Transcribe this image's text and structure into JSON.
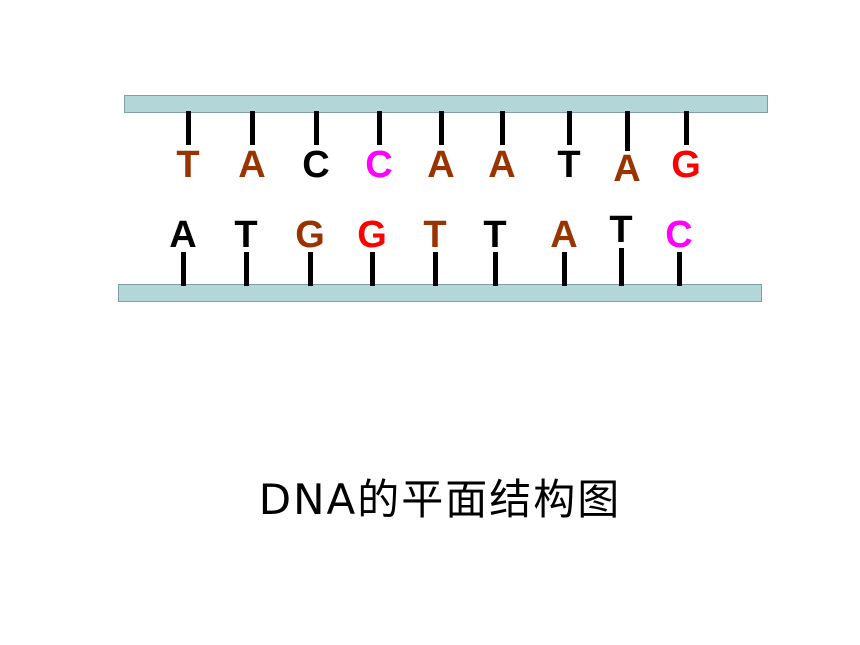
{
  "colors": {
    "backbone": "#b3d7d9",
    "T": "#993300",
    "A": "#993300",
    "C_black": "#000000",
    "magenta": "#ff00ff",
    "red": "#ff0000"
  },
  "top_strand": [
    {
      "letter": "T",
      "color": "#993300"
    },
    {
      "letter": "A",
      "color": "#993300"
    },
    {
      "letter": "C",
      "color": "#000000"
    },
    {
      "letter": "C",
      "color": "#ff00ff"
    },
    {
      "letter": "A",
      "color": "#993300"
    },
    {
      "letter": "A",
      "color": "#993300"
    },
    {
      "letter": "T",
      "color": "#000000"
    },
    {
      "letter": "A",
      "color": "#993300"
    },
    {
      "letter": "G",
      "color": "#ff0000"
    }
  ],
  "bottom_strand": [
    {
      "letter": "A",
      "color": "#000000"
    },
    {
      "letter": "T",
      "color": "#000000"
    },
    {
      "letter": "G",
      "color": "#993300"
    },
    {
      "letter": "G",
      "color": "#ff0000"
    },
    {
      "letter": "T",
      "color": "#993300"
    },
    {
      "letter": "T",
      "color": "#000000"
    },
    {
      "letter": "A",
      "color": "#993300"
    },
    {
      "letter": "T",
      "color": "#000000"
    },
    {
      "letter": "C",
      "color": "#ff00ff"
    }
  ],
  "caption": "DNA的平面结构图"
}
